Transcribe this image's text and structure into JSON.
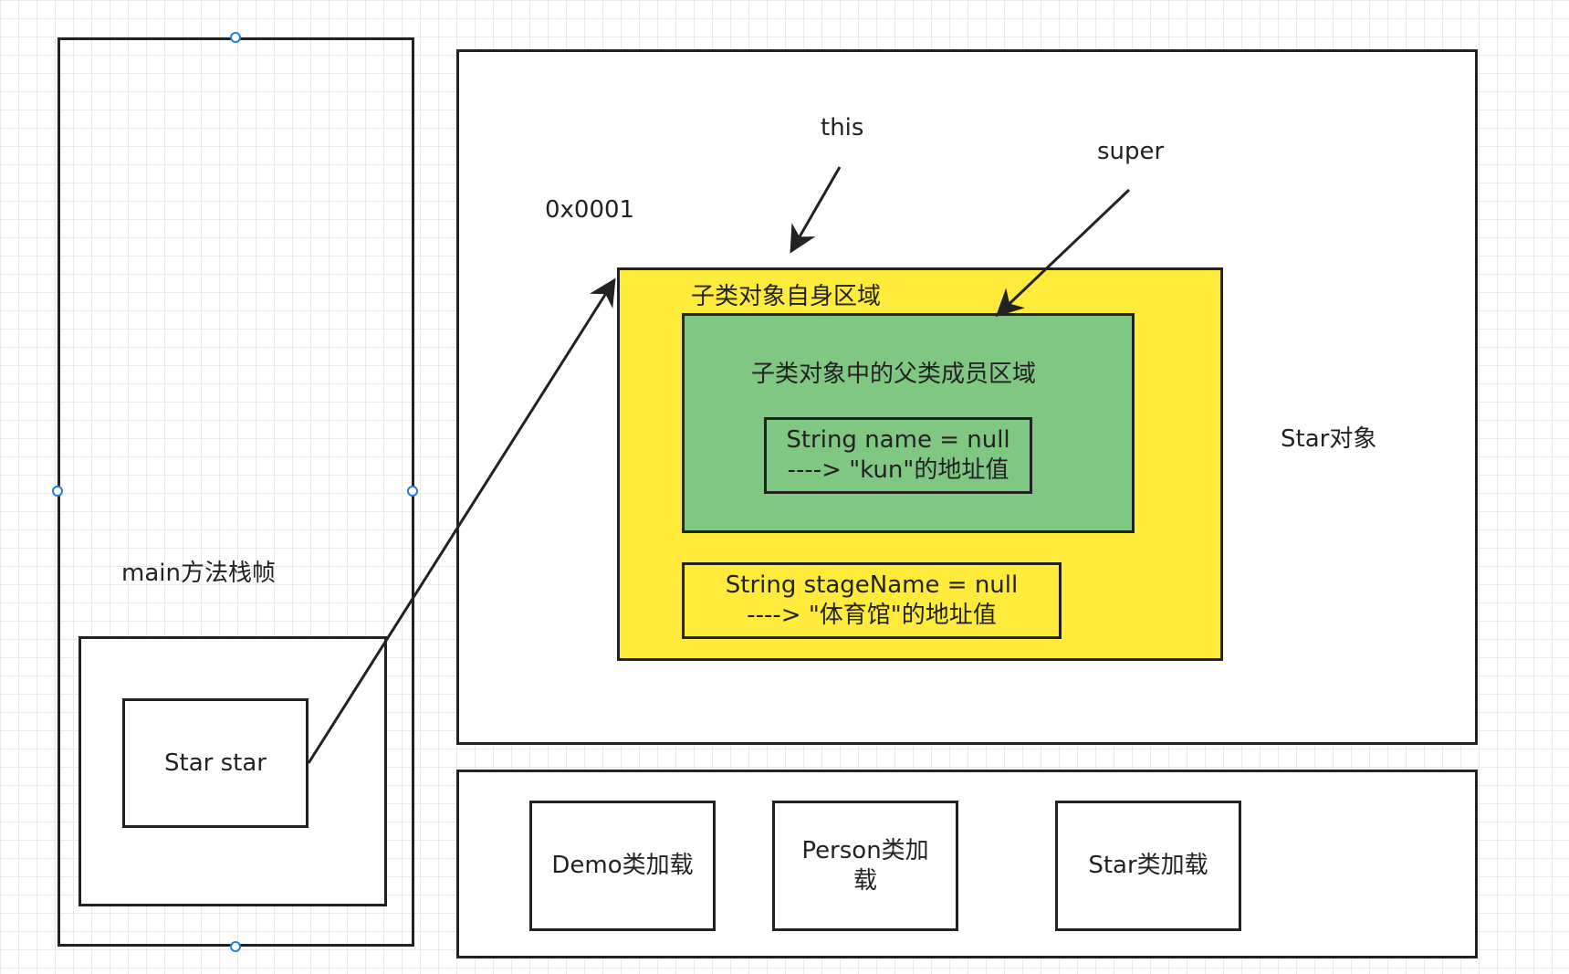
{
  "stack": {
    "frame_label": "main方法栈帧",
    "var_label": "Star star"
  },
  "heap": {
    "address": "0x0001",
    "this_label": "this",
    "super_label": "super",
    "object_label": "Star对象",
    "subclass_region_label": "子类对象自身区域",
    "parent_region_label": "子类对象中的父类成员区域",
    "name_field": "String name = null\n----> \"kun\"的地址值",
    "stage_field": "String stageName = null\n----> \"体育馆\"的地址值"
  },
  "method_area": {
    "classes": [
      "Demo类加载",
      "Person类加\n载",
      "Star类加载"
    ]
  },
  "colors": {
    "yellow": "#ffeb3b",
    "green": "#81c784",
    "line": "#222222",
    "handle": "#1e7fe0"
  }
}
